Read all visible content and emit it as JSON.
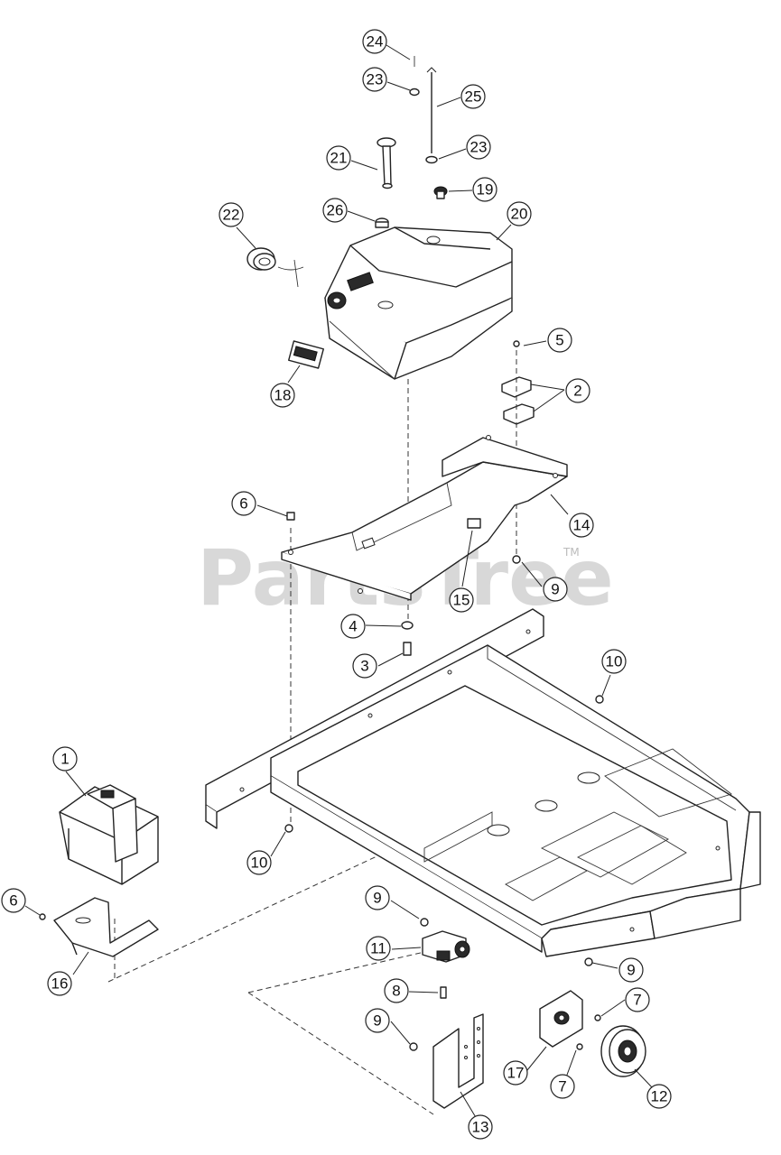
{
  "watermark": {
    "text": "PartsTree",
    "trademark": "TM"
  },
  "callouts": [
    {
      "label": "24"
    },
    {
      "label": "23"
    },
    {
      "label": "25"
    },
    {
      "label": "21"
    },
    {
      "label": "23"
    },
    {
      "label": "19"
    },
    {
      "label": "26"
    },
    {
      "label": "22"
    },
    {
      "label": "20"
    },
    {
      "label": "18"
    },
    {
      "label": "5"
    },
    {
      "label": "2"
    },
    {
      "label": "6"
    },
    {
      "label": "14"
    },
    {
      "label": "9"
    },
    {
      "label": "15"
    },
    {
      "label": "4"
    },
    {
      "label": "3"
    },
    {
      "label": "10"
    },
    {
      "label": "1"
    },
    {
      "label": "10"
    },
    {
      "label": "6"
    },
    {
      "label": "16"
    },
    {
      "label": "9"
    },
    {
      "label": "11"
    },
    {
      "label": "9"
    },
    {
      "label": "8"
    },
    {
      "label": "7"
    },
    {
      "label": "9"
    },
    {
      "label": "17"
    },
    {
      "label": "7"
    },
    {
      "label": "12"
    },
    {
      "label": "13"
    }
  ]
}
